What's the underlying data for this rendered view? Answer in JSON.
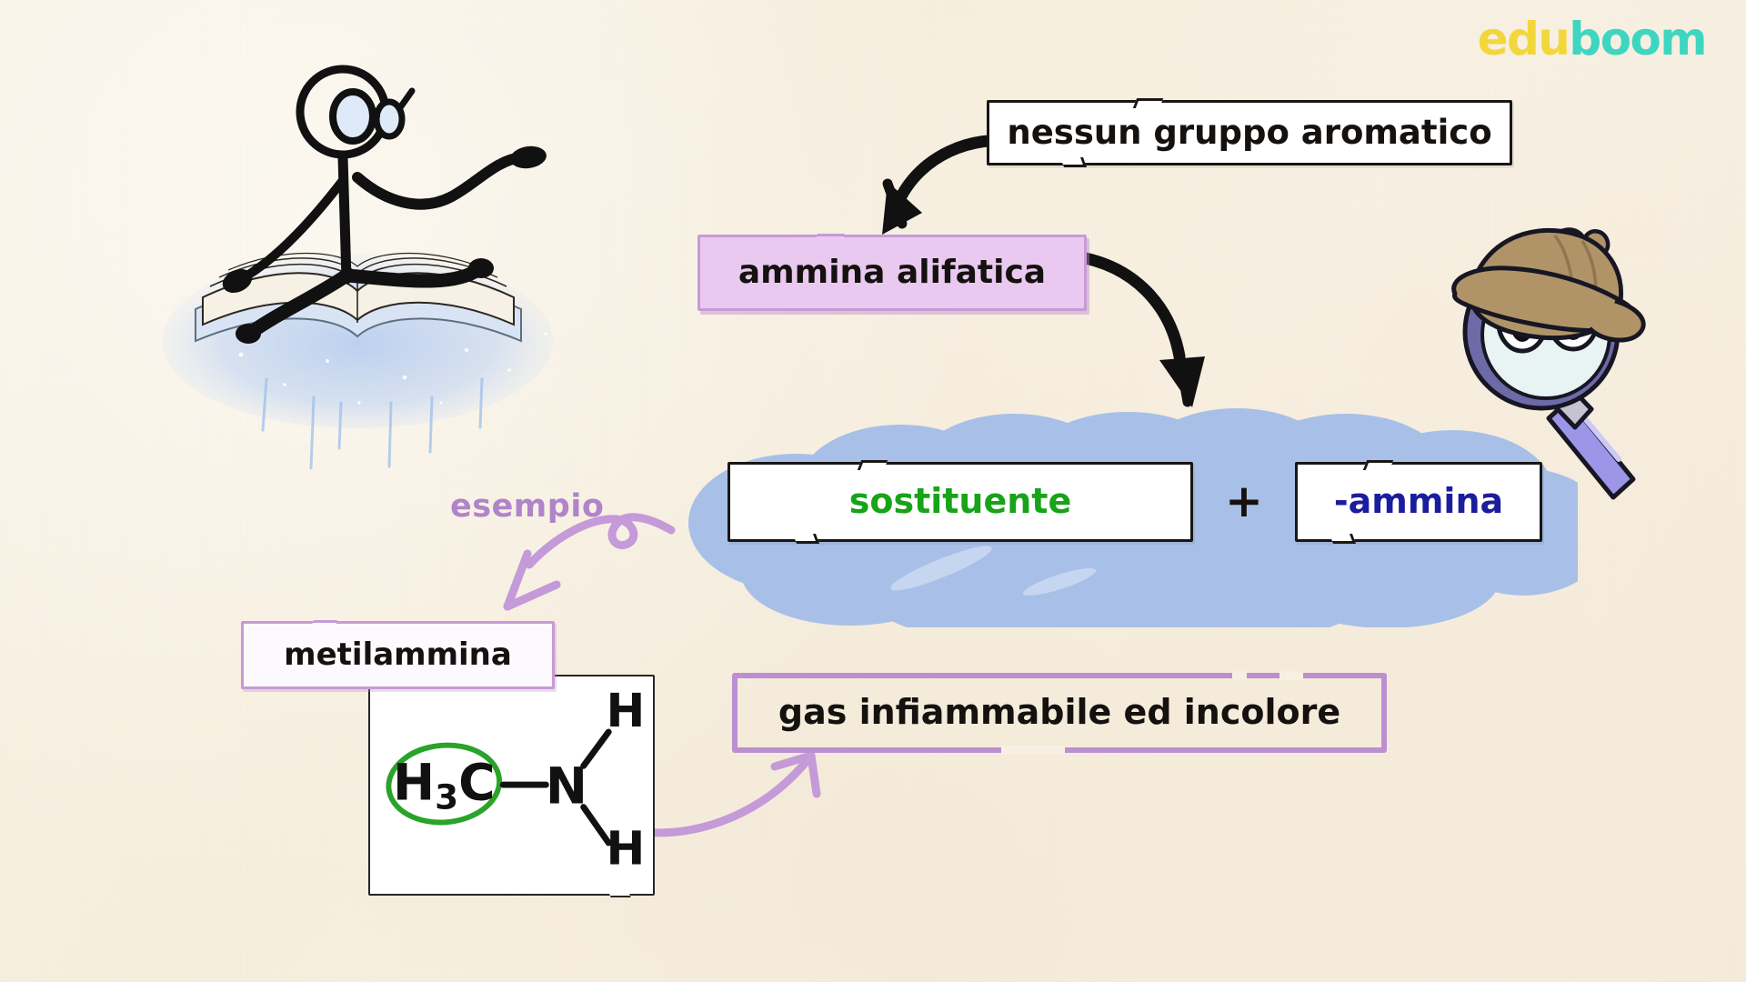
{
  "brand": {
    "logo_part1": "edu",
    "logo_part2": "boom",
    "color_part1": "#f2d73c",
    "color_part2": "#3ed6c0"
  },
  "background": {
    "color": "#f8f1e3",
    "texture": "paper-grain"
  },
  "boxes": {
    "nessun_gruppo": {
      "label": "nessun gruppo aromatico",
      "style": "white-paper",
      "text_color": "#14110f"
    },
    "ammina_alifatica": {
      "label": "ammina alifatica",
      "style": "lilac-filled",
      "fill": "#e9c9f0",
      "border": "#c79ad6",
      "text_color": "#14110f"
    },
    "sostituente": {
      "label": "sostituente",
      "style": "white-paper",
      "text_color": "#18a318"
    },
    "plus": {
      "label": "+",
      "text_color": "#14110f"
    },
    "ammina_suffix": {
      "label": "-ammina",
      "style": "white-paper",
      "text_color": "#1c1c9e"
    },
    "metilammina": {
      "label": "metilammina",
      "style": "lilac-outline",
      "border": "#c79ad6",
      "text_color": "#14110f"
    },
    "gas": {
      "label": "gas infiammabile ed incolore",
      "style": "lilac-dashed-frame",
      "border": "#bb8fd1",
      "text_color": "#14110f"
    }
  },
  "annotations": {
    "esempio": {
      "label": "esempio",
      "color": "#b084c9"
    }
  },
  "molecule": {
    "name": "metilammina",
    "atoms": {
      "carbon_group": "H₃C",
      "nitrogen": "N",
      "hydrogen_top": "H",
      "hydrogen_bottom": "H"
    },
    "highlight": {
      "target": "H₃C",
      "shape": "hand-drawn-ellipse",
      "color": "#29a329"
    },
    "bonds": [
      {
        "from": "H₃C",
        "to": "N",
        "type": "single"
      },
      {
        "from": "N",
        "to": "H-top",
        "type": "single"
      },
      {
        "from": "N",
        "to": "H-bottom",
        "type": "single"
      }
    ]
  },
  "illustrations": {
    "reader": {
      "name": "stick-figure-reading-book",
      "details": "stick figure with round glasses sitting on an open book over a blue magic cloud"
    },
    "detective": {
      "name": "magnifying-glass-detective",
      "details": "magnifying glass character with deerstalker hat, cartoon eyes, purple handle",
      "hat_color": "#b09468",
      "rim_color": "#6d6aa8",
      "handle_color": "#9c95e8"
    },
    "cloud": {
      "name": "blue-scribble-cloud",
      "color": "#a8c0e8"
    }
  },
  "arrows": [
    {
      "name": "arrow-nessun-to-alifatica",
      "color": "#111111",
      "style": "thick-curved"
    },
    {
      "name": "arrow-alifatica-to-formula",
      "color": "#111111",
      "style": "thick-curved"
    },
    {
      "name": "arrow-esempio-to-metilammina",
      "color": "#c49ad8",
      "style": "looping-hand-drawn"
    },
    {
      "name": "arrow-molecule-to-gas",
      "color": "#c49ad8",
      "style": "hand-drawn-curve"
    }
  ]
}
